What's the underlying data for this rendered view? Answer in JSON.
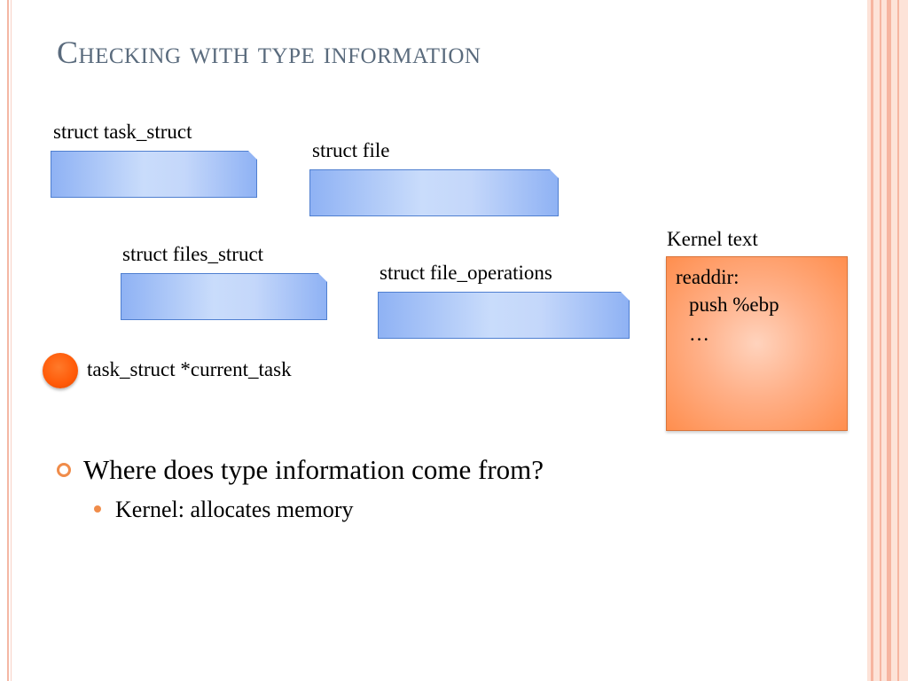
{
  "slide": {
    "title": "Checking with type information"
  },
  "structs": [
    {
      "label": "struct task_struct"
    },
    {
      "label": "struct file"
    },
    {
      "label": "struct files_struct"
    },
    {
      "label": "struct file_operations"
    }
  ],
  "pointer": {
    "label": "task_struct *current_task"
  },
  "kernel_text": {
    "label": "Kernel text",
    "lines": [
      "readdir:",
      "push %ebp",
      "…"
    ]
  },
  "bullets": {
    "level1": "Where does type information come from?",
    "level2": "Kernel: allocates memory"
  },
  "colors": {
    "title": "#5a6b7d",
    "struct_fill": "#c9dcfb",
    "kernel_fill": "#ff8e4e",
    "pointer": "#ff5a08",
    "bullet_marker": "#f08c4a",
    "frame": "#f6b5a0"
  }
}
